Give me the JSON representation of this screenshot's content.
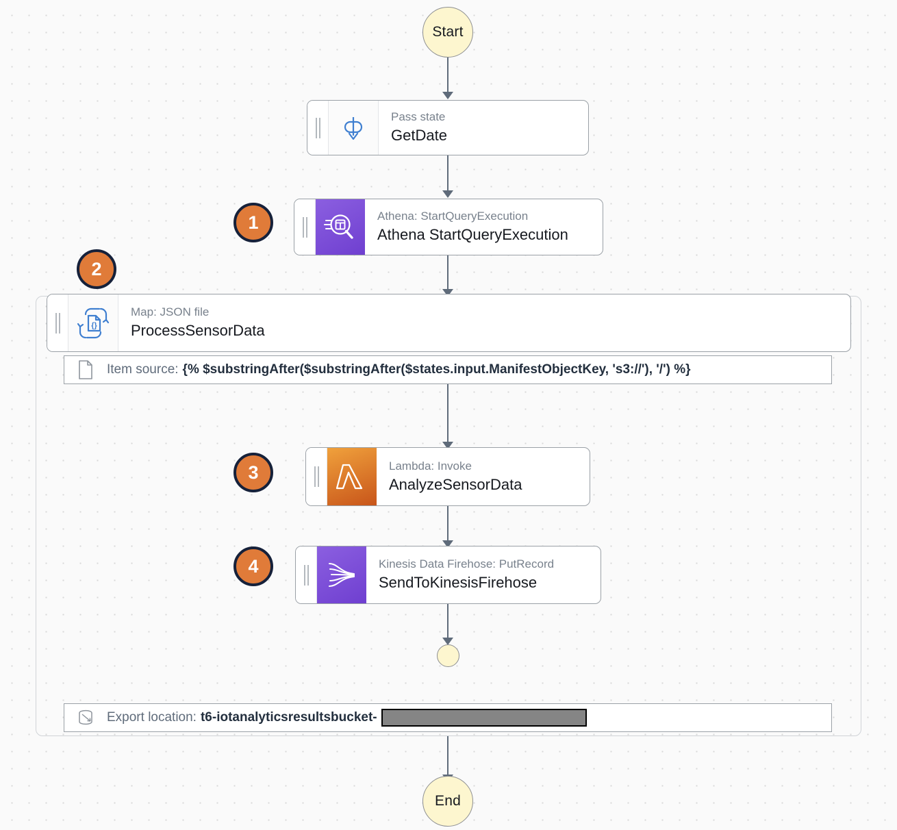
{
  "canvas": {
    "background_color": "#fafafa",
    "dot_color": "#d8d8d8"
  },
  "theme": {
    "badge_fill": "#e07b39",
    "badge_border": "#16213a",
    "terminal_fill": "#fdf6cf",
    "connector_color": "#5f6b7a",
    "athena_purple": "#7044d3",
    "lambda_orange": "#d8701f",
    "firehose_purple": "#7044d3",
    "map_icon_blue": "#3f7fd0",
    "pass_icon_blue": "#3f7fd0"
  },
  "terminals": {
    "start": "Start",
    "end": "End",
    "map_inner_end": ""
  },
  "states": [
    {
      "id": "get-date",
      "sub": "Pass state",
      "title": "GetDate",
      "icon": "pass-state-icon",
      "badge": null
    },
    {
      "id": "athena-start-query-execution",
      "sub": "Athena: StartQueryExecution",
      "title": "Athena StartQueryExecution",
      "icon": "athena-icon",
      "badge": "1"
    },
    {
      "id": "process-sensor-data",
      "sub": "Map: JSON file",
      "title": "ProcessSensorData",
      "icon": "map-state-icon",
      "badge": "2"
    },
    {
      "id": "analyze-sensor-data",
      "sub": "Lambda: Invoke",
      "title": "AnalyzeSensorData",
      "icon": "lambda-icon",
      "badge": "3"
    },
    {
      "id": "send-to-kinesis-firehose",
      "sub": "Kinesis Data Firehose: PutRecord",
      "title": "SendToKinesisFirehose",
      "icon": "kinesis-firehose-icon",
      "badge": "4"
    }
  ],
  "map_rows": {
    "item_source": {
      "label": "Item source:",
      "value": "{% $substringAfter($substringAfter($states.input.ManifestObjectKey, 's3://'), '/') %}",
      "icon": "file-icon"
    },
    "export_location": {
      "label": "Export location:",
      "value": "t6-iotanalyticsresultsbucket-",
      "redacted": true,
      "icon": "s3-bucket-icon"
    }
  }
}
